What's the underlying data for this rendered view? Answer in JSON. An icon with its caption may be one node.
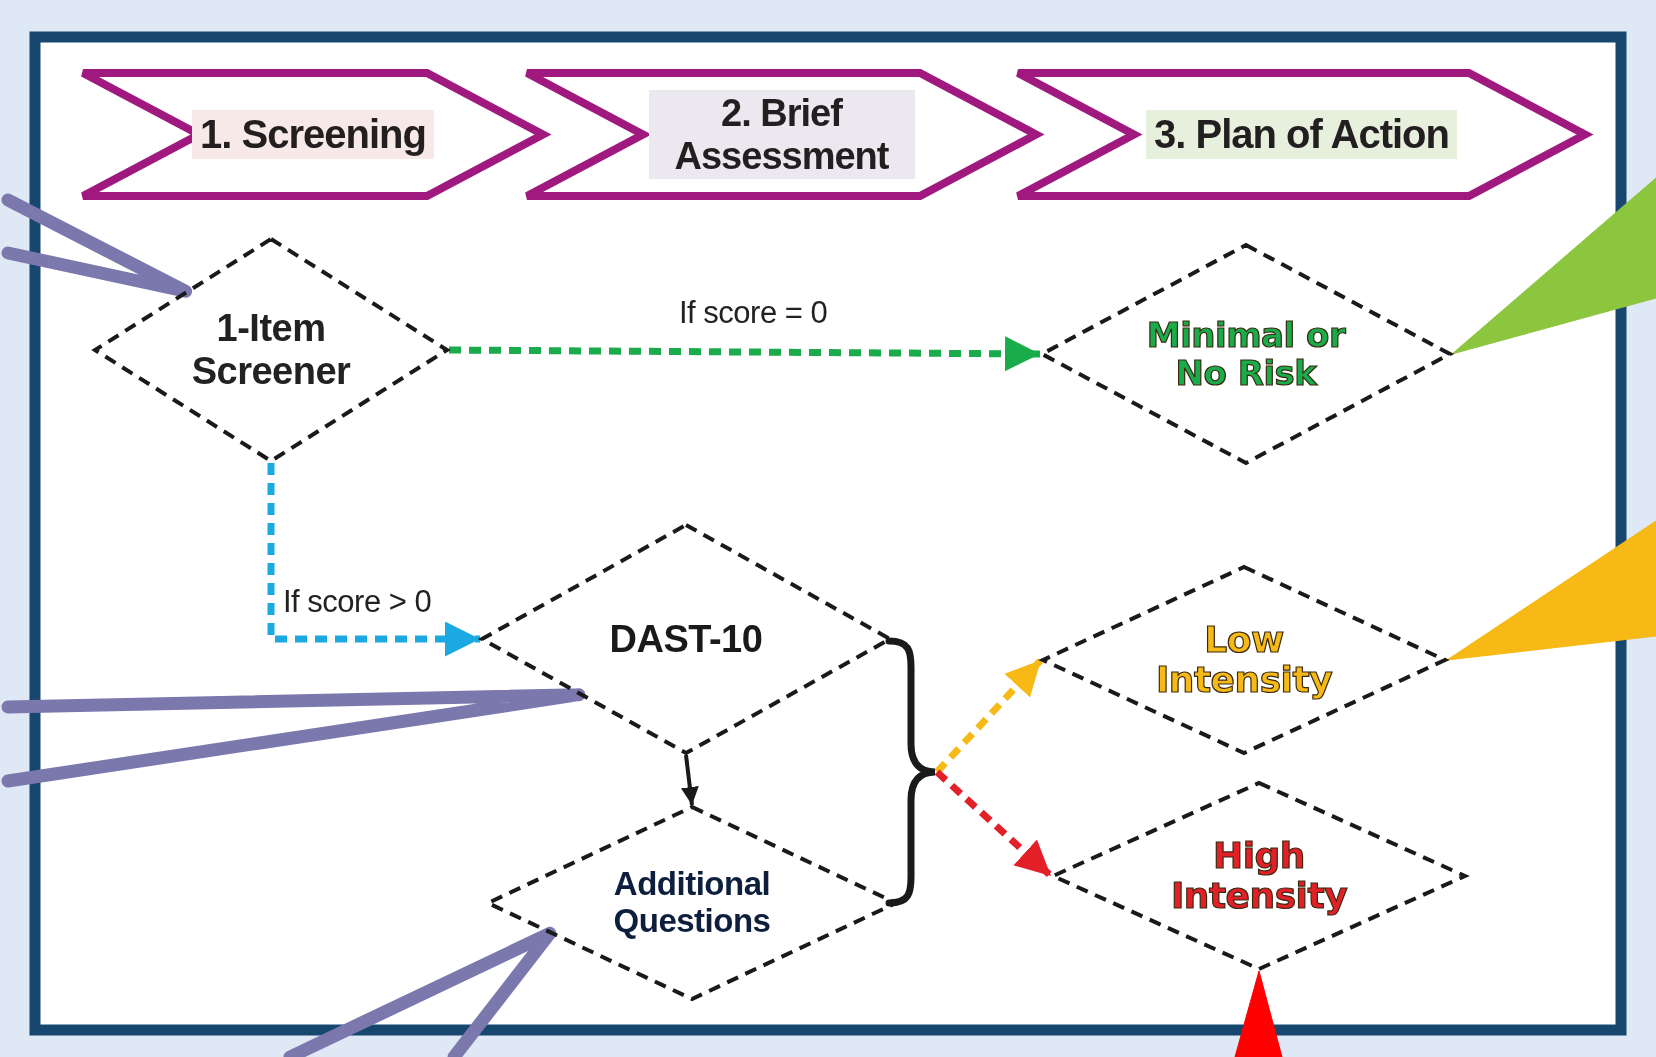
{
  "diagram": {
    "nodes": [
      {
        "text": [
          "1. Screening"
        ]
      },
      {
        "text": [
          "2. Brief Assessment"
        ]
      },
      {
        "text": [
          "3. Plan of Action"
        ]
      },
      {
        "text": [
          "1-Item Screener"
        ]
      },
      {
        "text": [
          "Minimal or No Risk"
        ]
      },
      {
        "text": [
          "DAST-10"
        ]
      },
      {
        "text": [
          "Additional Questions"
        ]
      },
      {
        "text": [
          "Low Intensity"
        ]
      },
      {
        "text": [
          "High Intensity"
        ]
      },
      {
        "text": [],
        "shape": "brace"
      }
    ],
    "edges": [
      {
        "from": 3,
        "to": 4,
        "arrow": "to",
        "label": "If score = 0",
        "style": "dashed",
        "color": "#1aab4b"
      },
      {
        "from": 3,
        "to": 5,
        "arrow": "to",
        "label": "If score > 0",
        "style": "dashed",
        "color": "#1aa9e0"
      },
      {
        "from": 5,
        "to": 6,
        "arrow": "to",
        "color": "#1a1a1a"
      },
      {
        "from": 9,
        "to": 7,
        "arrow": "to",
        "style": "dashed",
        "color": "#f6b916"
      },
      {
        "from": 9,
        "to": 8,
        "arrow": "to",
        "style": "dashed",
        "color": "#e32028"
      },
      {
        "from": null,
        "to": 3,
        "arrow": "none",
        "style": "thick",
        "color": "#7b78ad"
      },
      {
        "from": null,
        "to": 5,
        "arrow": "none",
        "style": "thick",
        "color": "#7b78ad"
      },
      {
        "from": null,
        "to": 6,
        "arrow": "none",
        "style": "thick",
        "color": "#7b78ad"
      },
      {
        "from": null,
        "to": 4,
        "arrow": "to",
        "style": "thick",
        "color": "#8cc63f"
      },
      {
        "from": null,
        "to": 7,
        "arrow": "to",
        "style": "thick",
        "color": "#f6b916"
      },
      {
        "from": null,
        "to": 8,
        "arrow": "to",
        "style": "thick",
        "color": "#ff0000"
      }
    ]
  }
}
